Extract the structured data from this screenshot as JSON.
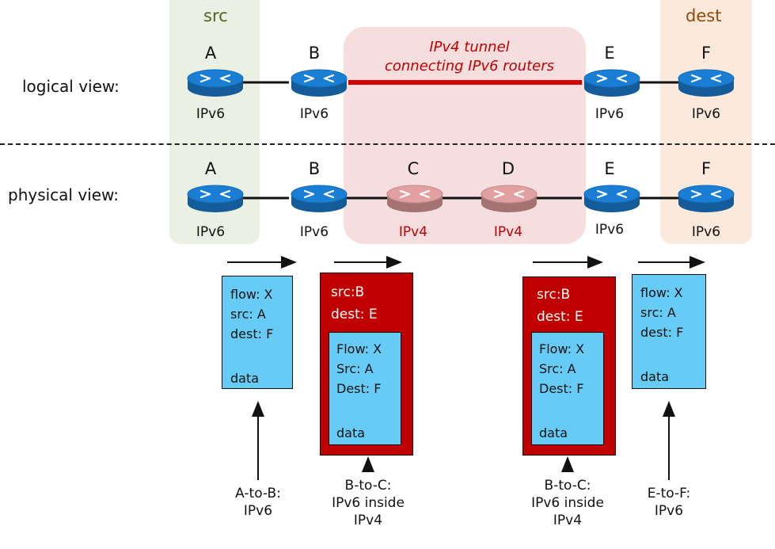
{
  "regions": {
    "src_title": "src",
    "dest_title": "dest",
    "tunnel_label_line1": "IPv4 tunnel",
    "tunnel_label_line2": "connecting IPv6 routers"
  },
  "rows": {
    "logical_label": "logical view:",
    "physical_label": "physical view:"
  },
  "logical_routers": [
    {
      "letter": "A",
      "proto": "IPv6"
    },
    {
      "letter": "B",
      "proto": "IPv6"
    },
    {
      "letter": "E",
      "proto": "IPv6"
    },
    {
      "letter": "F",
      "proto": "IPv6"
    }
  ],
  "physical_routers": [
    {
      "letter": "A",
      "proto": "IPv6"
    },
    {
      "letter": "B",
      "proto": "IPv6"
    },
    {
      "letter": "C",
      "proto": "IPv4"
    },
    {
      "letter": "D",
      "proto": "IPv4"
    },
    {
      "letter": "E",
      "proto": "IPv6"
    },
    {
      "letter": "F",
      "proto": "IPv6"
    }
  ],
  "packets": {
    "p1": {
      "lines": [
        "flow: X",
        "src: A",
        "dest: F",
        "data"
      ]
    },
    "p2": {
      "outer": [
        "src:B",
        "dest: E"
      ],
      "lines": [
        "Flow: X",
        "Src: A",
        "Dest: F",
        "data"
      ]
    },
    "p3": {
      "outer": [
        "src:B",
        "dest: E"
      ],
      "lines": [
        "Flow: X",
        "Src: A",
        "Dest: F",
        "data"
      ]
    },
    "p4": {
      "lines": [
        "flow: X",
        "src: A",
        "dest: F",
        "data"
      ]
    }
  },
  "captions": {
    "c1": [
      "A-to-B:",
      "IPv6"
    ],
    "c2": [
      "B-to-C:",
      "IPv6 inside",
      "IPv4"
    ],
    "c3": [
      "B-to-C:",
      "IPv6 inside",
      "IPv4"
    ],
    "c4": [
      "E-to-F:",
      "IPv6"
    ]
  },
  "colors": {
    "router_ipv6": "#1a7fd4",
    "router_ipv4": "#e3a0a0",
    "tunnel": "#d40000",
    "packet_inner": "#66ccf5",
    "packet_outer": "#c00000"
  }
}
